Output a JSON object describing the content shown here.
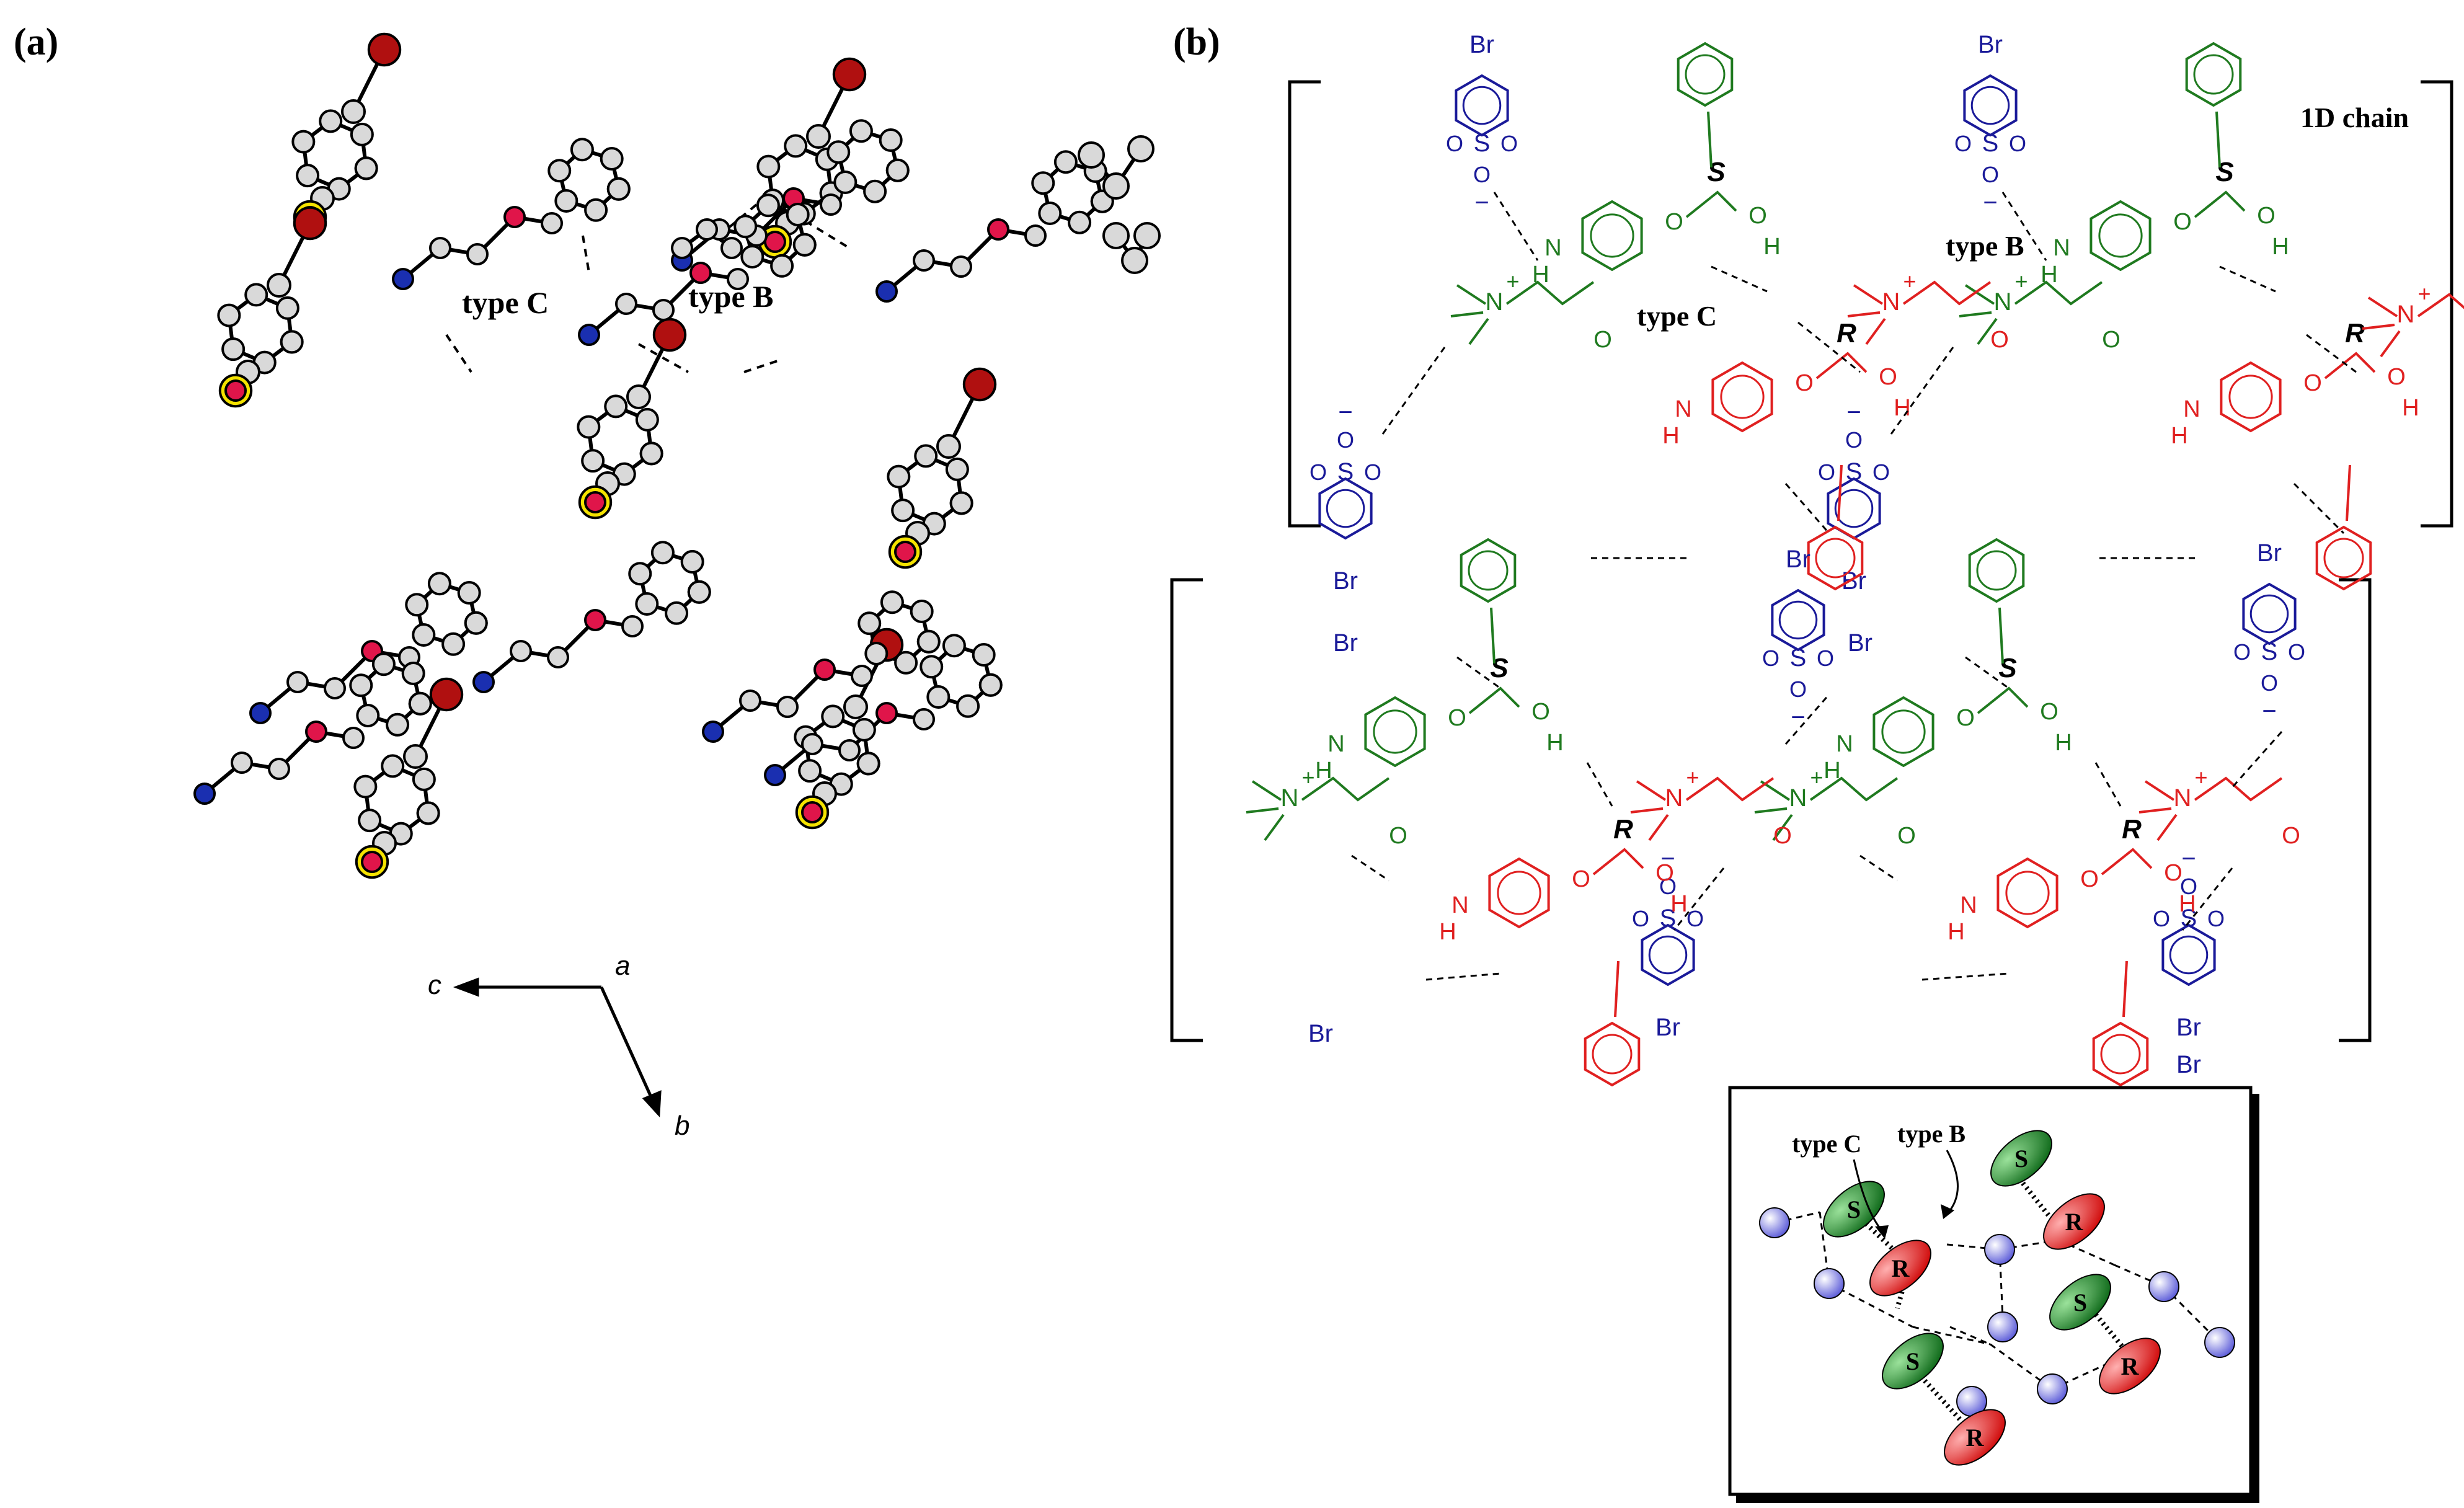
{
  "panel_a": {
    "label": "(a)",
    "type_c": "type C",
    "type_b": "type B",
    "axis": {
      "a": "a",
      "b": "b",
      "c": "c"
    }
  },
  "panel_b": {
    "label": "(b)",
    "chain_label": "1D chain",
    "type_c": "type C",
    "type_b": "type B",
    "stereo_s": "S",
    "stereo_r": "R",
    "atoms": {
      "br": "Br",
      "o": "O",
      "s": "S",
      "n": "N",
      "h": "H",
      "plus": "+",
      "minus": "−"
    }
  },
  "inset": {
    "type_c": "type C",
    "type_b": "type B",
    "s": "S",
    "r": "R"
  },
  "colors": {
    "ink": "#111111",
    "green": "#1f7a1f",
    "red": "#e02020",
    "blue": "#1a1a99",
    "atom_gray": "#d9d9d9",
    "atom_red": "#e0154a",
    "atom_yellow": "#f5e300",
    "atom_blue": "#1a2fb0",
    "atom_darkred": "#b01010"
  }
}
